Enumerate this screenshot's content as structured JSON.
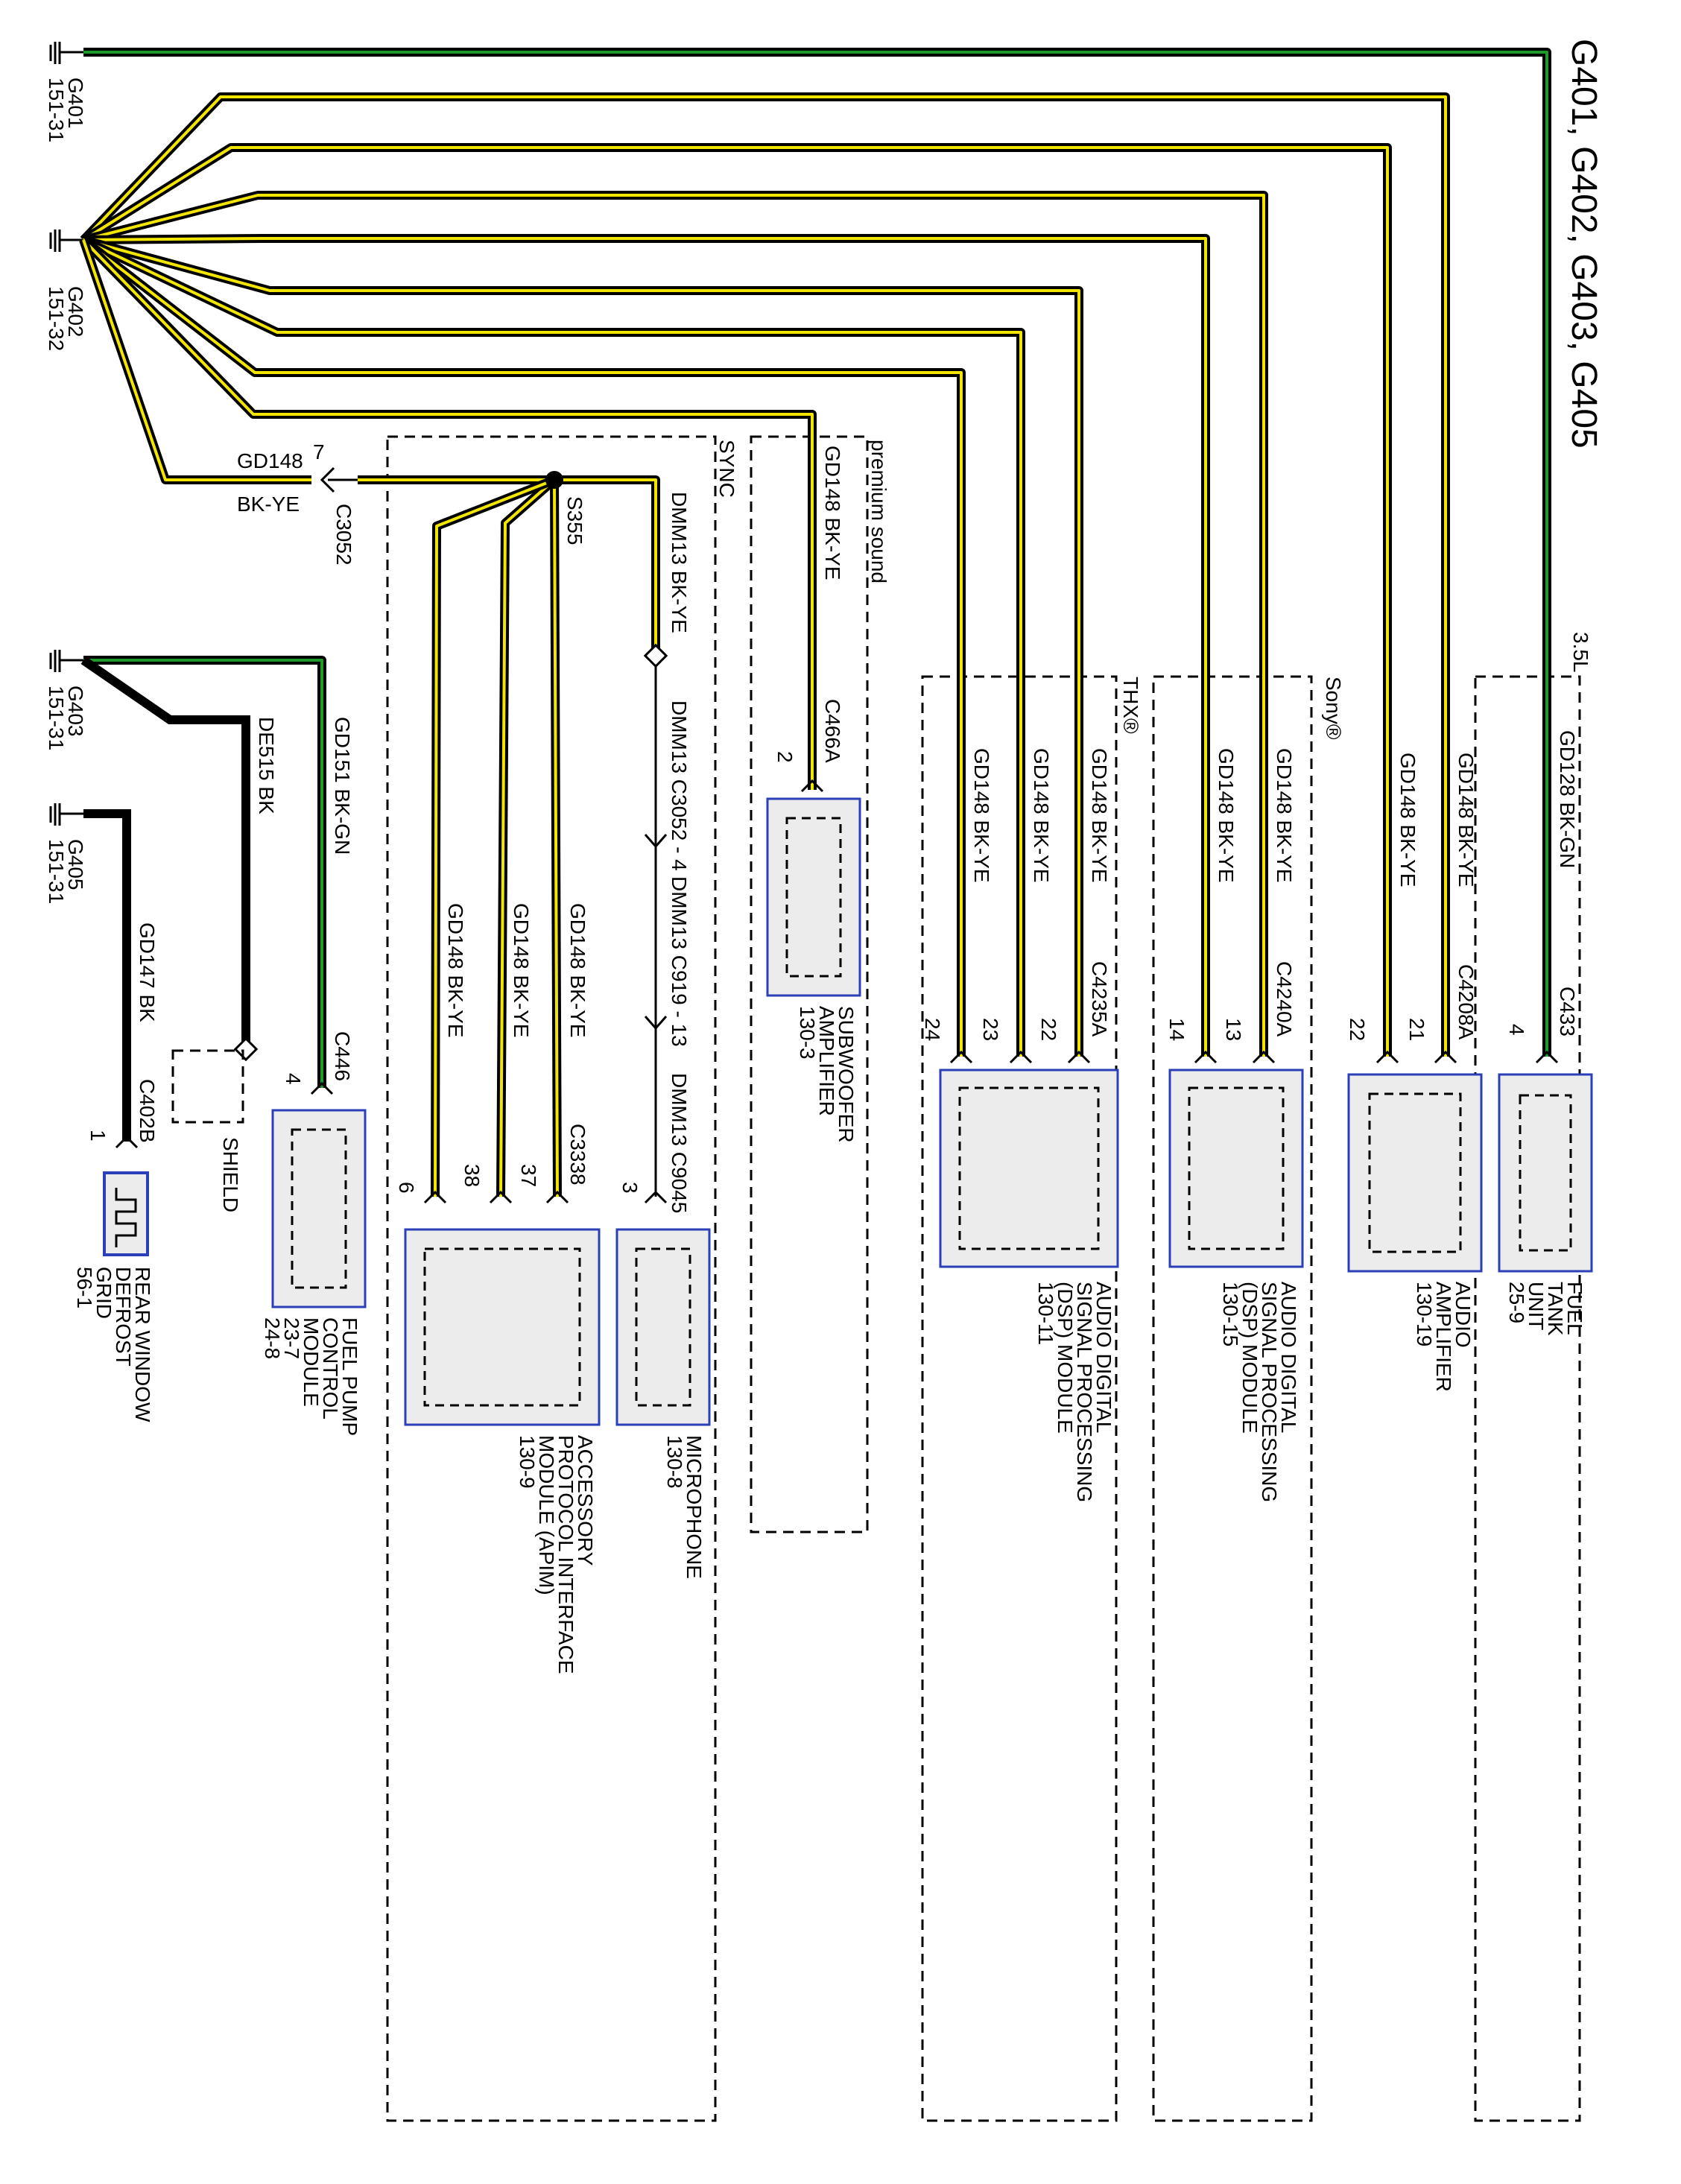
{
  "title": "G401, G402, G403, G405",
  "grounds": [
    {
      "id": "g401",
      "name": "G401",
      "ref": "151-31"
    },
    {
      "id": "g402",
      "name": "G402",
      "ref": "151-32"
    },
    {
      "id": "g403",
      "name": "G403",
      "ref": "151-31"
    },
    {
      "id": "g405",
      "name": "G405",
      "ref": "151-31"
    }
  ],
  "options": {
    "three_five_l": "3.5L",
    "sony": "Sony®",
    "thx": "THX®",
    "premium_sound": "premium sound",
    "sync": "SYNC"
  },
  "components": [
    {
      "id": "fuel-tank-unit",
      "name": "FUEL\nTANK\nUNIT",
      "ref": "25-9"
    },
    {
      "id": "audio-amplifier",
      "name": "AUDIO\nAMPLIFIER",
      "ref": "130-19"
    },
    {
      "id": "dsp-sony",
      "name": "AUDIO DIGITAL\nSIGNAL PROCESSING\n(DSP) MODULE",
      "ref": "130-15"
    },
    {
      "id": "dsp-thx",
      "name": "AUDIO DIGITAL\nSIGNAL PROCESSING\n(DSP) MODULE",
      "ref": "130-11"
    },
    {
      "id": "subwoofer-amplifier",
      "name": "SUBWOOFER\nAMPLIFIER",
      "ref": "130-3"
    },
    {
      "id": "microphone",
      "name": "MICROPHONE",
      "ref": "130-8"
    },
    {
      "id": "apim",
      "name": "ACCESSORY\nPROTOCOL INTERFACE\nMODULE (APIM)",
      "ref": "130-9"
    },
    {
      "id": "fuel-pump-control-module",
      "name": "FUEL PUMP\nCONTROL\nMODULE",
      "ref": "23-7\n24-8"
    },
    {
      "id": "rear-window-defrost-grid",
      "name": "REAR WINDOW\nDEFROST\nGRID",
      "ref": "56-1"
    }
  ],
  "connectors": [
    "C433",
    "C4208A",
    "C4240A",
    "C4235A",
    "C466A",
    "C3052",
    "C3338",
    "C9045",
    "C446",
    "C402B"
  ],
  "splices": [
    "S355"
  ],
  "shield_label": "SHIELD",
  "inline": [
    "C3052 - 4",
    "C919 - 13",
    "C9045"
  ],
  "wires": [
    {
      "circuit": "GD128",
      "color": "BK-GN",
      "pins": [
        "4"
      ]
    },
    {
      "circuit": "GD148",
      "color": "BK-YE",
      "pins": [
        "21",
        "22",
        "13",
        "14",
        "22",
        "23",
        "24",
        "2",
        "7",
        "37",
        "38",
        "6"
      ]
    },
    {
      "circuit": "DMM13",
      "color": "BK-YE",
      "pins": [
        "3"
      ]
    },
    {
      "circuit": "GD151",
      "color": "BK-GN",
      "pins": [
        "4"
      ]
    },
    {
      "circuit": "DE515",
      "color": "BK",
      "pins": []
    },
    {
      "circuit": "GD147",
      "color": "BK",
      "pins": [
        "1"
      ]
    }
  ],
  "colors": {
    "yellow": "#f2e600",
    "green": "#1f9a2c",
    "component_border": "#2a3fb8"
  }
}
